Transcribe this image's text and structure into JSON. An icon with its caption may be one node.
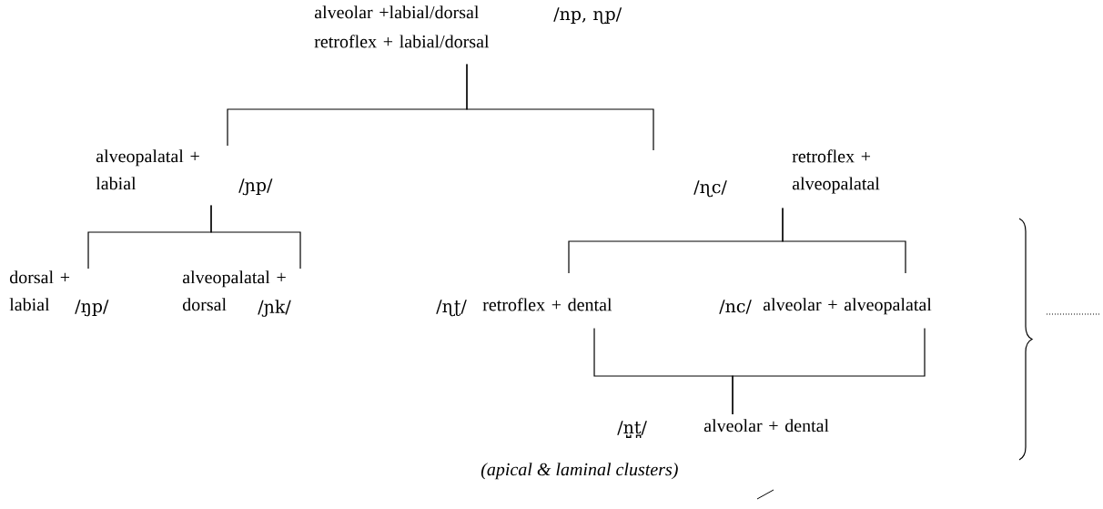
{
  "diagram": {
    "nodes": [
      {
        "text": [
          "alveolar +labial/dorsal",
          "/np, ɳp/",
          "retroflex + labial/dorsal"
        ]
      },
      {
        "text": [
          "alveopalatal + labial",
          "/ɲp/"
        ]
      },
      {
        "text": [
          "/ɳc/",
          "retroflex + alveopalatal"
        ]
      },
      {
        "text": [
          "dorsal + labial",
          "/ŋp/"
        ]
      },
      {
        "text": [
          "alveopalatal + dorsal",
          "/ɲk/"
        ]
      },
      {
        "text": [
          "/ɳʈ/",
          "retroflex  +  dental"
        ]
      },
      {
        "text": [
          "/nc/",
          "alveolar  +  alveopalatal"
        ]
      },
      {
        "text": [
          "/n̺t̪/",
          "alveolar + dental"
        ]
      }
    ],
    "edges": [
      {
        "from": 0,
        "to": 1,
        "arrow": "none"
      },
      {
        "from": 0,
        "to": 2,
        "arrow": "none"
      },
      {
        "from": 1,
        "to": 3,
        "arrow": "none"
      },
      {
        "from": 1,
        "to": 4,
        "arrow": "none"
      },
      {
        "from": 2,
        "to": 5,
        "arrow": "none"
      },
      {
        "from": 2,
        "to": 6,
        "arrow": "none"
      },
      {
        "from": 5,
        "to": 7,
        "arrow": "none"
      },
      {
        "from": 6,
        "to": 7,
        "arrow": "none"
      }
    ],
    "labels": [
      "*(apical & laminal clusters)*"
    ]
  }
}
